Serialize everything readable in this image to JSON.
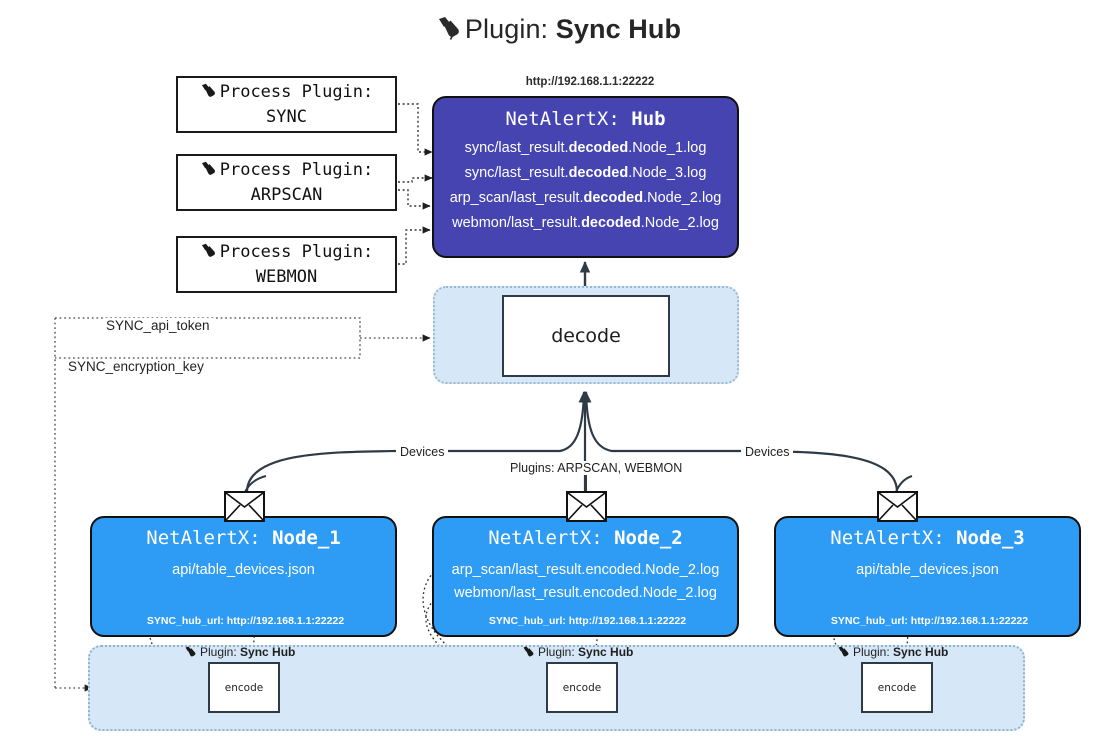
{
  "title": {
    "icon": "plug-icon",
    "prefix": "Plugin: ",
    "name": "Sync Hub"
  },
  "process_plugins": [
    {
      "icon": "plug-icon",
      "line1": "Process Plugin:",
      "line2": "SYNC"
    },
    {
      "icon": "plug-icon",
      "line1": "Process Plugin:",
      "line2": "ARPSCAN"
    },
    {
      "icon": "plug-icon",
      "line1": "Process Plugin:",
      "line2": "WEBMON"
    }
  ],
  "hub": {
    "url": "http://192.168.1.1:22222",
    "title_prefix": "NetAlertX: ",
    "title_name": "Hub",
    "logs": [
      {
        "pre": "sync/last_result.",
        "mid": "decoded",
        "post": ".Node_1.log"
      },
      {
        "pre": "sync/last_result.",
        "mid": "decoded",
        "post": ".Node_3.log"
      },
      {
        "pre": "arp_scan/last_result.",
        "mid": "decoded",
        "post": ".Node_2.log"
      },
      {
        "pre": "webmon/last_result.",
        "mid": "decoded",
        "post": ".Node_2.log"
      }
    ]
  },
  "decode": {
    "label": "decode"
  },
  "secrets": [
    {
      "label": "SYNC_api_token"
    },
    {
      "label": "SYNC_encryption_key"
    }
  ],
  "edge_labels": {
    "devices_left": "Devices",
    "devices_right": "Devices",
    "plugins_center": "Plugins: ARPSCAN, WEBMON"
  },
  "nodes": [
    {
      "title_prefix": "NetAlertX: ",
      "title_name": "Node_1",
      "lines": [
        "api/table_devices.json"
      ],
      "hub_url": "SYNC_hub_url: http://192.168.1.1:22222",
      "icon": "envelope-icon"
    },
    {
      "title_prefix": "NetAlertX: ",
      "title_name": "Node_2",
      "lines": [
        "arp_scan/last_result.encoded.Node_2.log",
        "webmon/last_result.encoded.Node_2.log"
      ],
      "hub_url": "SYNC_hub_url: http://192.168.1.1:22222",
      "icon": "envelope-icon"
    },
    {
      "title_prefix": "NetAlertX: ",
      "title_name": "Node_3",
      "lines": [
        "api/table_devices.json"
      ],
      "hub_url": "SYNC_hub_url: http://192.168.1.1:22222",
      "icon": "envelope-icon"
    }
  ],
  "encoders": [
    {
      "tag_icon": "plug-icon",
      "tag_prefix": "Plugin: ",
      "tag_name": "Sync Hub",
      "box_label": "encode"
    },
    {
      "tag_icon": "plug-icon",
      "tag_prefix": "Plugin: ",
      "tag_name": "Sync Hub",
      "box_label": "encode"
    },
    {
      "tag_icon": "plug-icon",
      "tag_prefix": "Plugin: ",
      "tag_name": "Sync Hub",
      "box_label": "encode"
    }
  ],
  "colors": {
    "hub_fill": "#4644b0",
    "node_fill": "#2e9bf5",
    "group_fill": "#d6e8f8",
    "stroke": "#111111",
    "canvas": "#ffffff"
  }
}
